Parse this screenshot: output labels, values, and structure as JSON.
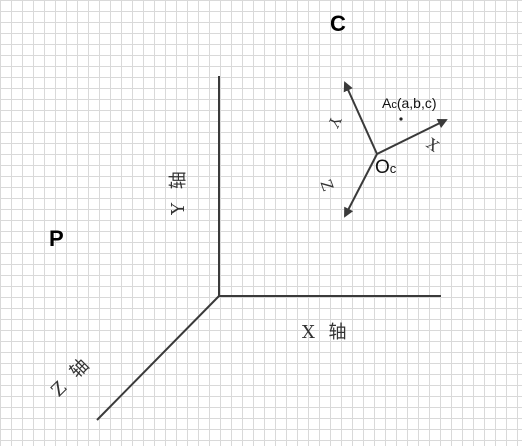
{
  "frame_labels": {
    "world": "P",
    "camera": "C"
  },
  "world_axes": {
    "x_label": "X 轴",
    "y_label": "Y 轴",
    "z_label": "Z 轴"
  },
  "camera_axes": {
    "origin_label_main": "O",
    "origin_label_sub": "c",
    "x_label": "X",
    "y_label": "Y",
    "z_label": "Z"
  },
  "point": {
    "label_main": "A",
    "label_sub": "c",
    "coords": "(a,b,c)"
  },
  "colors": {
    "grid": "#d9d9d9",
    "line": "#3a3a3a",
    "arrow": "#3a3a3a"
  }
}
